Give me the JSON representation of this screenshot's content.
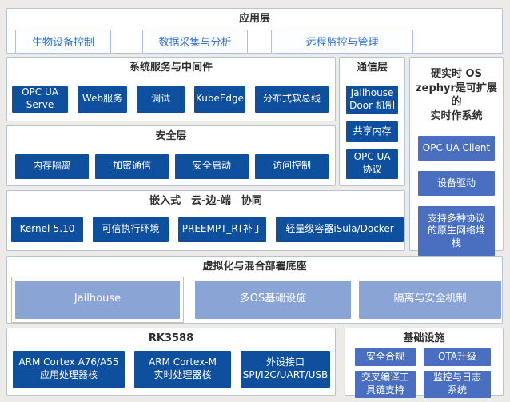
{
  "app_layer": {
    "title": "应用层",
    "items": [
      "生物设备控制",
      "数据采集与分析",
      "远程监控与管理"
    ]
  },
  "sys_services": {
    "title": "系统服务与中间件",
    "items": [
      "OPC UA\nServe",
      "Web服务",
      "调试",
      "KubeEdge",
      "分布式软总线"
    ]
  },
  "comm_layer": {
    "title": "通信层",
    "items": [
      "Jailhouse\nDoor 机制",
      "共享内存",
      "OPC UA\n协议"
    ]
  },
  "rtos": {
    "title": "硬实时 OS\nzephyr是可扩展的\n实时作系统",
    "items": [
      "OPC UA Client",
      "设备驱动",
      "支持多种协议\n的原生网络堆\n栈"
    ]
  },
  "security_layer": {
    "title": "安全层",
    "items": [
      "内存隔离",
      "加密通信",
      "安全启动",
      "访问控制"
    ]
  },
  "embedded": {
    "title": "嵌入式　云-边-端　协同",
    "items": [
      "Kernel-5.10",
      "可信执行环境",
      "PREEMPT_RT补丁",
      "轻量级容器iSula/Docker"
    ]
  },
  "virtualization": {
    "title": "虚拟化与混合部署底座",
    "items": [
      "Jailhouse",
      "多OS基础设施",
      "隔离与安全机制"
    ]
  },
  "rk3588": {
    "title": "RK3588",
    "items": [
      "ARM Cortex A76/A55\n应用处理器核",
      "ARM Cortex-M\n实时处理器核",
      "外设接口\nSPI/I2C/UART/USB"
    ]
  },
  "infrastructure": {
    "title": "基础设施",
    "items": [
      "安全合规",
      "OTA升级",
      "交叉编译工\n具链支持",
      "监控与日志\n系统"
    ]
  },
  "colors": {
    "navy_block": "#0e4f9e",
    "medium_blue_block": "#4a6fc0",
    "periwinkle_block": "#8ba4d6",
    "app_box_text": "#2e6fd0",
    "app_box_border": "#a9c2e6",
    "panel_border": "#b5c3d7",
    "highlight_frame": "#d8be96",
    "background": "#ecebe8"
  }
}
